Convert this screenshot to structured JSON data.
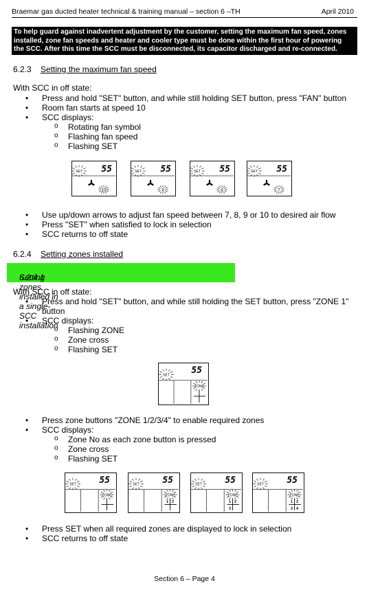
{
  "header": {
    "title": "Braemar gas ducted heater technical & training manual – section 6 –TH",
    "date": "April 2010"
  },
  "warning": [
    "To help guard against inadvertent adjustment by the customer, setting the maximum fan speed, zones",
    "installed, zone fan speeds and heater and cooler type must be done within the first hour of powering",
    "the SCC. After this time the SCC must be disconnected, its capacitor discharged and re-connected."
  ],
  "s623": {
    "num": "6.2.3",
    "title": "Setting the maximum fan speed",
    "intro": "With SCC in off state:",
    "b1": "Press and hold \"SET\" button, and while still holding SET button, press \"FAN\" button",
    "b2": "Room fan starts at speed 10",
    "b3": "SCC displays:",
    "sub": [
      "Rotating fan symbol",
      "Flashing fan speed",
      "Flashing SET"
    ],
    "after": [
      "Use up/down arrows to adjust fan speed between 7, 8, 9 or 10 to desired air flow",
      "Press \"SET\" when satisfied to lock in selection",
      "SCC returns to off state"
    ]
  },
  "s624": {
    "num": "6.2.4",
    "title": "Setting zones installed"
  },
  "s6241": {
    "num": "6.2.4.1",
    "title": "Setting zones installed in a single-SCC installation",
    "intro": "With SCC in off state:",
    "b1a": "Press and hold \"SET\" button, and while still holding the SET button, press \"ZONE 1\"",
    "b1b": "button",
    "b2": "SCC displays:",
    "sub": [
      "Flashing ZONE",
      "Zone cross",
      "Flashing SET"
    ],
    "b3": "Press zone buttons \"ZONE 1/2/3/4\" to enable required zones",
    "b4": "SCC displays:",
    "sub2": [
      "Zone No as each zone button is pressed",
      "Zone cross",
      "Flashing SET"
    ],
    "after": [
      "Press SET when all required zones are displayed to lock in selection",
      "SCC returns to off state"
    ]
  },
  "display": {
    "digits": "55",
    "set": "SET",
    "zone": "ZONE"
  },
  "fan_speeds": [
    "10",
    "9",
    "8",
    "7"
  ],
  "zone_progress": [
    [],
    [
      "1",
      "2"
    ],
    [
      "1",
      "2",
      "3"
    ],
    [
      "1",
      "2",
      "3",
      "4"
    ]
  ],
  "colors": {
    "highlight": "#39e81e",
    "warning_bg": "#000000"
  },
  "footer": "Section 6 – Page 4"
}
